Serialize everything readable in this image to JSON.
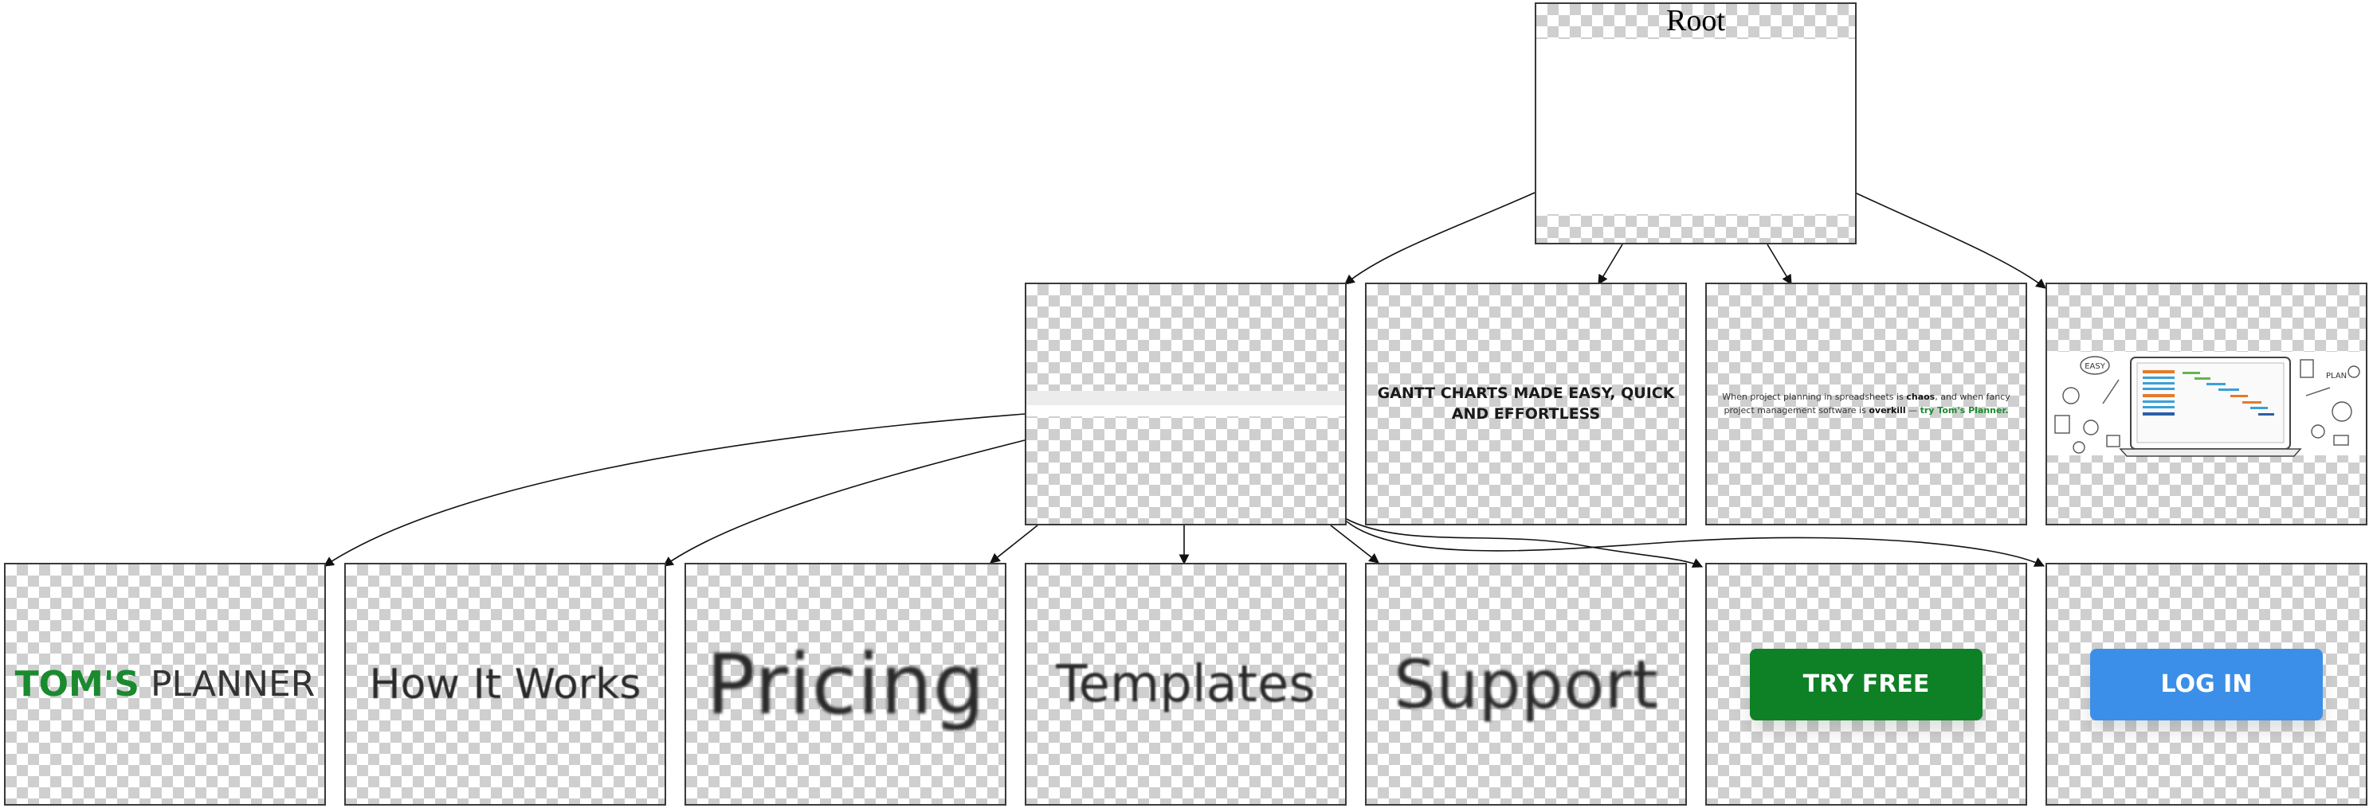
{
  "root": {
    "label": "Root"
  },
  "level1": {
    "headline": "GANTT CHARTS MADE EASY, QUICK AND EFFORTLESS",
    "subline": {
      "part1": "When project planning in spreadsheets is ",
      "chaos": "chaos",
      "part2": ", and when fancy project management software is ",
      "overkill": "overkill",
      "part3": " — ",
      "cta": "try Tom's Planner."
    },
    "illustration": {
      "easy_bubble": "EASY",
      "plan_text": "PLAN"
    }
  },
  "level2": {
    "logo": {
      "toms": "TOM'S",
      "planner": "PLANNER"
    },
    "how_it_works": "How It Works",
    "pricing": "Pricing",
    "templates": "Templates",
    "support": "Support",
    "try_free": "TRY FREE",
    "log_in": "LOG IN"
  },
  "colors": {
    "brand_green": "#1a8a2e",
    "try_free_bg": "#0e8126",
    "log_in_bg": "#3b8fe8",
    "edge": "#111111",
    "node_border": "#3a3a3a"
  }
}
